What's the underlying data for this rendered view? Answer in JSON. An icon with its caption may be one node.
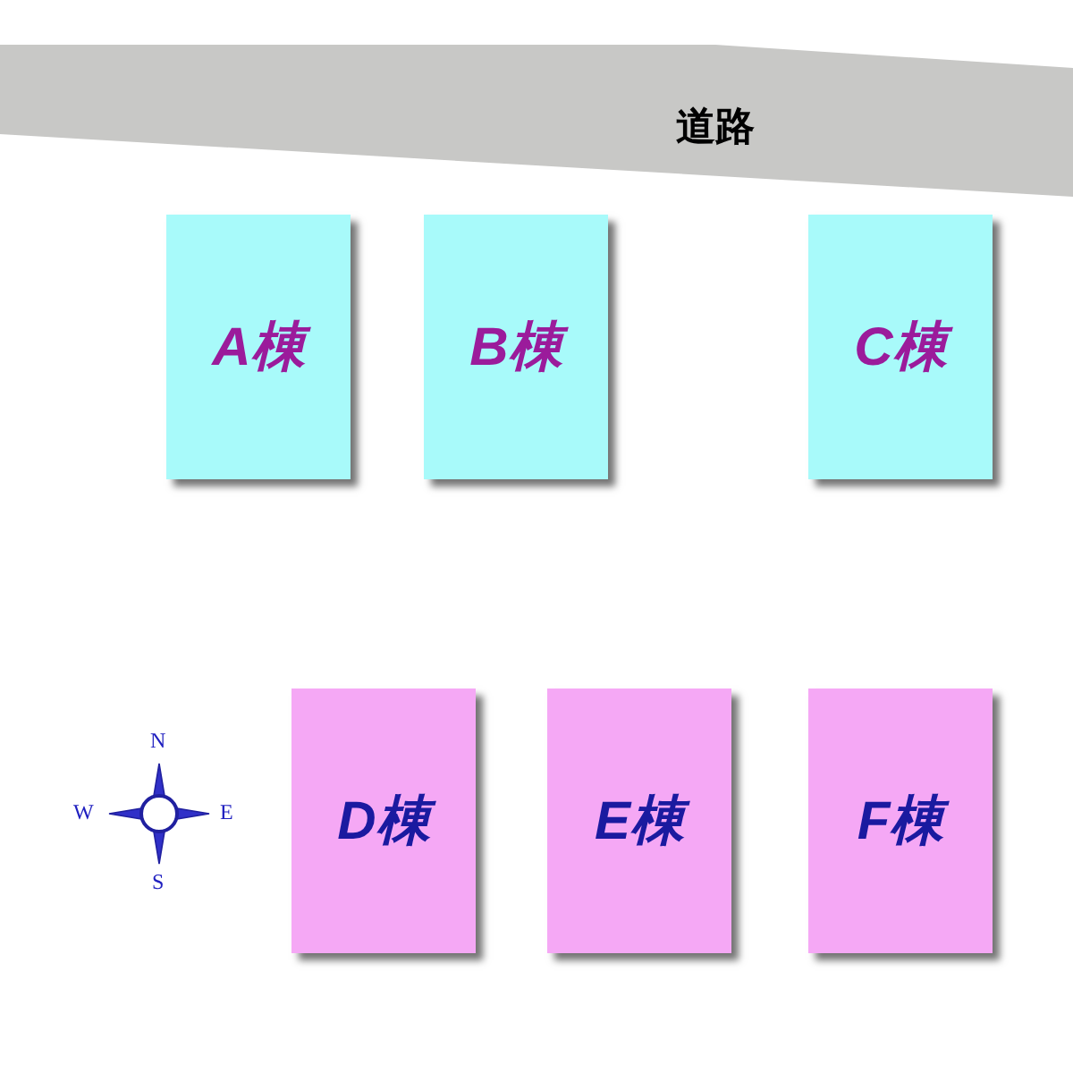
{
  "diagram": {
    "nodes": [
      {
        "text": [
          "道路"
        ]
      },
      {
        "text": [
          "A棟"
        ]
      },
      {
        "text": [
          "B棟"
        ]
      },
      {
        "text": [
          "C棟"
        ]
      },
      {
        "text": [
          "D棟"
        ]
      },
      {
        "text": [
          "E棟"
        ]
      },
      {
        "text": [
          "F棟"
        ]
      }
    ],
    "labels": [
      "N",
      "W",
      "E",
      "S"
    ]
  }
}
